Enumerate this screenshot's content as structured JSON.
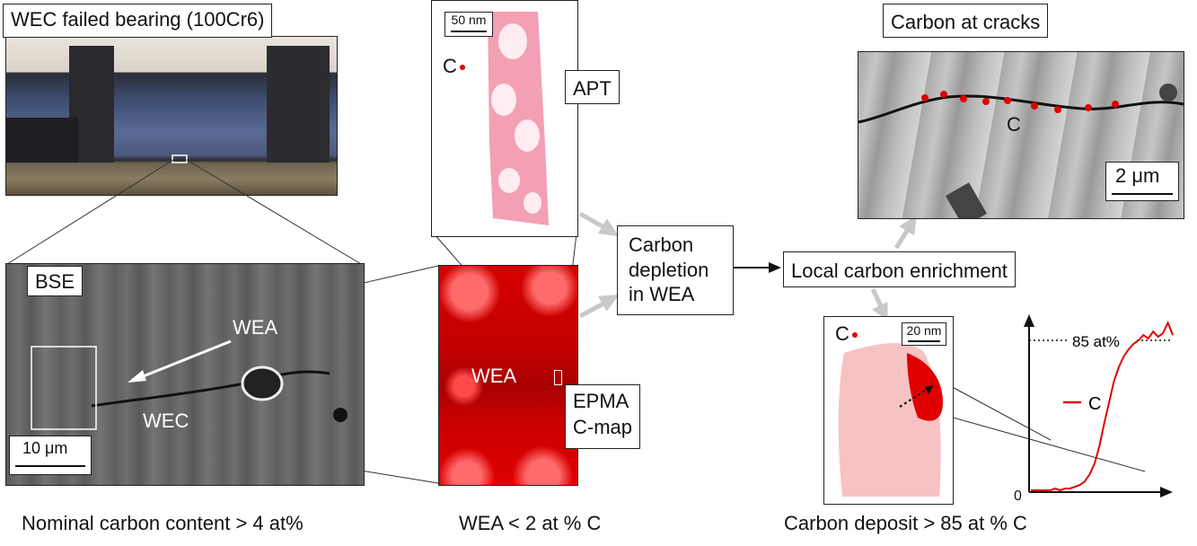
{
  "photo": {
    "title": "WEC failed bearing (100Cr6)"
  },
  "bse": {
    "tag": "BSE",
    "wea_label": "WEA",
    "wec_label": "WEC",
    "scale": "10 μm"
  },
  "apt": {
    "tag": "APT",
    "scale": "50 nm",
    "element": "C"
  },
  "epma": {
    "wea_label": "WEA",
    "tag_line1": "EPMA",
    "tag_line2": "C-map"
  },
  "flow": {
    "depletion_line1": "Carbon",
    "depletion_line2": "depletion",
    "depletion_line3": "in WEA",
    "enrichment": "Local carbon enrichment"
  },
  "cracks": {
    "title": "Carbon at cracks",
    "c_label": "C",
    "scale": "2 μm"
  },
  "apt2": {
    "element": "C",
    "scale": "20 nm"
  },
  "profile": {
    "threshold_label": "85 at%",
    "legend": "C",
    "zero_label": "0"
  },
  "bottom": {
    "left": "Nominal carbon content > 4 at%",
    "middle": "WEA < 2 at % C",
    "right": "Carbon deposit > 85 at % C"
  },
  "colors": {
    "carbon": "#e00000"
  },
  "chart_data": {
    "type": "line",
    "title": "",
    "xlabel": "",
    "ylabel": "",
    "annotations": [
      "85 at%",
      "0"
    ],
    "series": [
      {
        "name": "C",
        "values": [
          0,
          0,
          0,
          0,
          0,
          1,
          0,
          1,
          1,
          2,
          3,
          5,
          9,
          15,
          25,
          38,
          50,
          62,
          70,
          76,
          80,
          83,
          85,
          88,
          86,
          90,
          87,
          89,
          95,
          88
        ]
      }
    ]
  }
}
